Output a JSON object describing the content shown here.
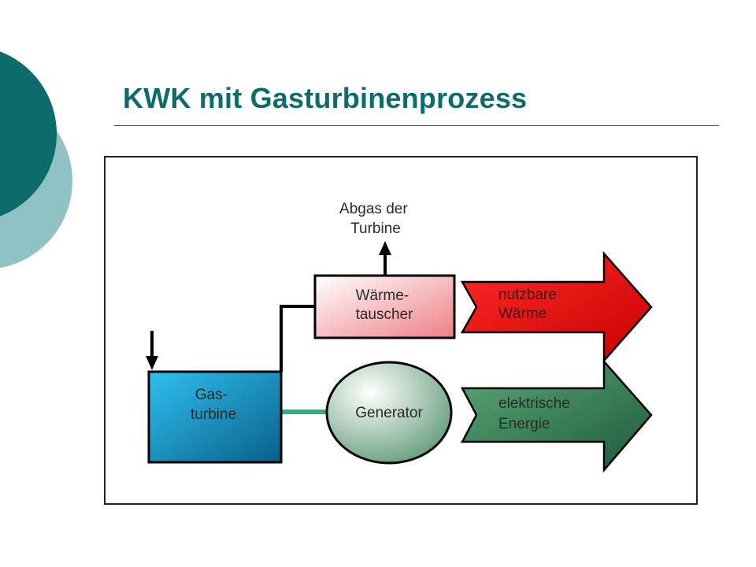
{
  "slide": {
    "title": "KWK mit Gasturbinenprozess",
    "accent_dark": "#0d6b6b",
    "accent_light": "#8fc3c3"
  },
  "diagram": {
    "exhaust_label": [
      "Abgas der",
      "Turbine"
    ],
    "heat_exchanger_label": [
      "Wärme-",
      "tauscher"
    ],
    "gas_turbine_label": [
      "Gas-",
      "turbine"
    ],
    "generator_label": "Generator",
    "useful_heat_label": [
      "nutzbare",
      "Wärme"
    ],
    "electric_energy_label": [
      "elektrische",
      "Energie"
    ],
    "colors": {
      "heat_exchanger": "#f29a9a",
      "gas_turbine": "#1a9fd6",
      "generator": "#8fbf9f",
      "heat_arrow": "#e60000",
      "energy_arrow": "#2a7a4e",
      "shaft": "#3aaa78"
    }
  }
}
